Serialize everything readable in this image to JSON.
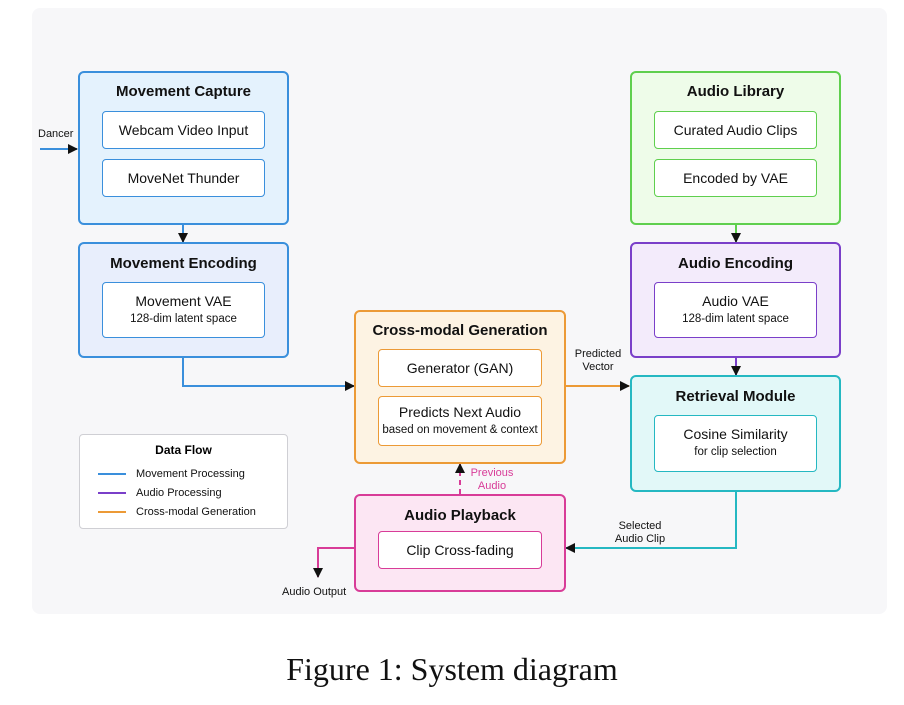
{
  "colors": {
    "movement": "#3a8fdc",
    "audio": "#7a3fc9",
    "cross_modal": "#ec9a36",
    "library": "#5fcf4e",
    "retrieval": "#25b8c2",
    "playback": "#d83c98"
  },
  "boxes": {
    "movement_capture": {
      "title": "Movement Capture",
      "items": [
        {
          "l1": "Webcam Video Input"
        },
        {
          "l1": "MoveNet Thunder"
        }
      ]
    },
    "movement_encoding": {
      "title": "Movement Encoding",
      "items": [
        {
          "l1": "Movement VAE",
          "l2": "128-dim latent space"
        }
      ]
    },
    "audio_library": {
      "title": "Audio Library",
      "items": [
        {
          "l1": "Curated Audio Clips"
        },
        {
          "l1": "Encoded by VAE"
        }
      ]
    },
    "audio_encoding": {
      "title": "Audio Encoding",
      "items": [
        {
          "l1": "Audio VAE",
          "l2": "128-dim latent space"
        }
      ]
    },
    "cross_modal": {
      "title": "Cross-modal Generation",
      "items": [
        {
          "l1": "Generator (GAN)"
        },
        {
          "l1": "Predicts Next Audio",
          "l2": "based on movement & context"
        }
      ]
    },
    "retrieval": {
      "title": "Retrieval Module",
      "items": [
        {
          "l1": "Cosine Similarity",
          "l2": "for clip selection"
        }
      ]
    },
    "playback": {
      "title": "Audio Playback",
      "items": [
        {
          "l1": "Clip Cross-fading"
        }
      ]
    }
  },
  "labels": {
    "dancer": "Dancer",
    "predicted": "Predicted",
    "vector": "Vector",
    "previous": "Previous",
    "audio": "Audio",
    "selected": "Selected",
    "audio_clip": "Audio Clip",
    "audio_output": "Audio Output"
  },
  "legend": {
    "title": "Data Flow",
    "items": [
      {
        "label": "Movement Processing",
        "color": "#3a8fdc"
      },
      {
        "label": "Audio Processing",
        "color": "#7a3fc9"
      },
      {
        "label": "Cross-modal Generation",
        "color": "#ec9a36"
      }
    ]
  },
  "caption": "Figure 1: System diagram"
}
